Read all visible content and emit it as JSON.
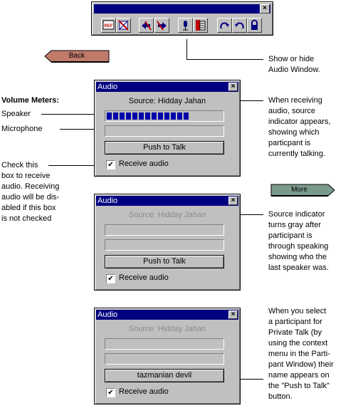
{
  "toolbar": {
    "close_glyph": "×",
    "buttons": [
      "ref-icon",
      "cross-icon",
      "remove-left-icon",
      "remove-right-icon",
      "microphone-icon",
      "document-icon",
      "rotate-right-icon",
      "rotate-left-icon",
      "lock-icon"
    ]
  },
  "nav": {
    "back_label": "Back",
    "more_label": "More"
  },
  "annotations": {
    "show_hide": [
      "Show or hide",
      "Audio Window."
    ],
    "volume_meters": "Volume Meters:",
    "speaker": "Speaker",
    "microphone": "Microphone",
    "check_box": [
      "Check this",
      "box to receive",
      "audio. Receiving",
      "audio will be dis-",
      "abled if this box",
      "is not checked"
    ],
    "receiving": [
      "When receiving",
      "audio, source",
      "indicator appears,",
      "showing which",
      "particpant is",
      "currently talking."
    ],
    "source_gray": [
      "Source indicator",
      "turns gray after",
      "participant is",
      "through speaking",
      "showing who the",
      "last speaker was."
    ],
    "private_talk": [
      "When you select",
      "a participant for",
      "Private Talk (by",
      "using the context",
      "menu in the Parti-",
      "pant Window) their",
      "name appears on",
      "the \"Push to Talk\"",
      "button."
    ]
  },
  "dialogs": [
    {
      "title": "Audio",
      "close": "×",
      "source": "Source:  Hidday Jahan",
      "speaker_level": 0.7,
      "ptt": "Push to Talk",
      "checked": "✔",
      "receive": "Receive audio"
    },
    {
      "title": "Audio",
      "close": "×",
      "source": "Source:  Hidday Jahan",
      "ptt": "Push to Talk",
      "checked": "✔",
      "receive": "Receive audio"
    },
    {
      "title": "Audio",
      "close": "×",
      "source": "Source:  Hidday Jahan",
      "ptt": "tazmanian devil",
      "checked": "✔",
      "receive": "Receive audio"
    }
  ],
  "colors": {
    "title_bar": "#000080",
    "meter_fill": "#0000a8",
    "back_button": "#c07a6a",
    "more_button": "#7a9a8c"
  }
}
